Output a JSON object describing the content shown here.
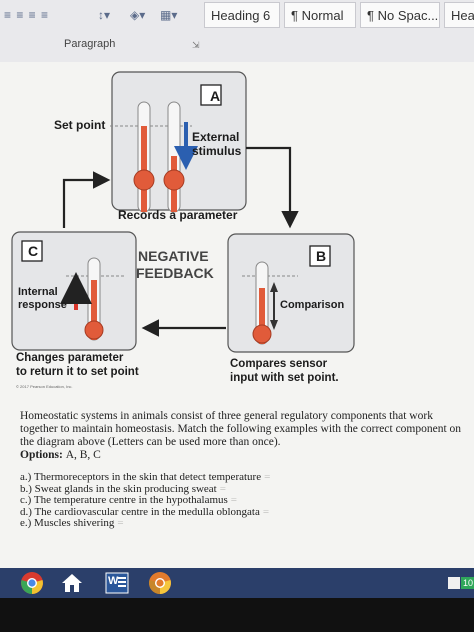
{
  "ribbon": {
    "styles": [
      "Heading 6",
      "¶ Normal",
      "¶ No Spac...",
      "Head"
    ],
    "group_label": "Paragraph"
  },
  "diagram": {
    "box_a": "A",
    "box_b": "B",
    "box_c": "C",
    "set_point": "Set point",
    "external_stimulus_1": "External",
    "external_stimulus_2": "stimulus",
    "records": "Records a parameter",
    "negative_1": "NEGATIVE",
    "negative_2": "FEEDBACK",
    "internal_1": "Internal",
    "internal_2": "response",
    "comparison": "Comparison",
    "changes_1": "Changes parameter",
    "changes_2": "to return it to set point",
    "compares_1": "Compares sensor",
    "compares_2": "input with set point.",
    "copyright": "© 2017 Pearson Education, Inc."
  },
  "question": {
    "text": "Homeostatic systems in animals consist of three general regulatory components that work together to maintain homeostasis. Match the following examples with the correct component on the diagram above (Letters can be used more than once).",
    "options_label": "Options:",
    "options_value": "A, B, C",
    "items": [
      {
        "label": "a.) Thermoreceptors in the skin that detect temperature",
        "suffix": "="
      },
      {
        "label": "b.) Sweat glands in the skin producing sweat",
        "suffix": "="
      },
      {
        "label": "c.) The temperature centre in the hypothalamus",
        "suffix": "="
      },
      {
        "label": "d.) The cardiovascular centre in the medulla oblongata",
        "suffix": "="
      },
      {
        "label": "e.) Muscles shivering",
        "suffix": "="
      }
    ]
  },
  "taskbar": {
    "word_icon_letter": "W",
    "clock_badge": "10"
  }
}
